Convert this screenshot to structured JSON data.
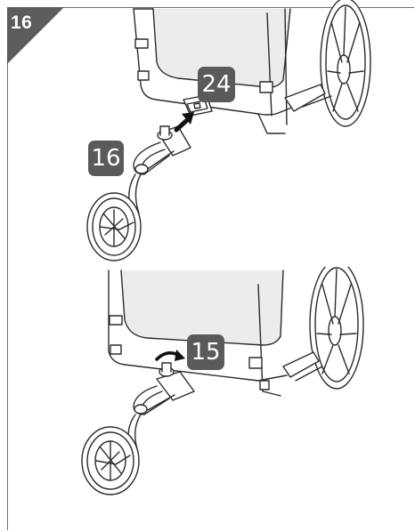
{
  "step": {
    "number": "16"
  },
  "callouts": {
    "part_24": "24",
    "part_16": "16",
    "part_15": "15"
  },
  "colors": {
    "badge": "#5a5a5a",
    "corner": "#5c5c5c",
    "line": "#2b2b2b",
    "shade": "#ececec"
  },
  "icons": {
    "insert_arrow": "arrow-up-right-icon",
    "rotate_arrow": "rotate-arrow-icon"
  }
}
